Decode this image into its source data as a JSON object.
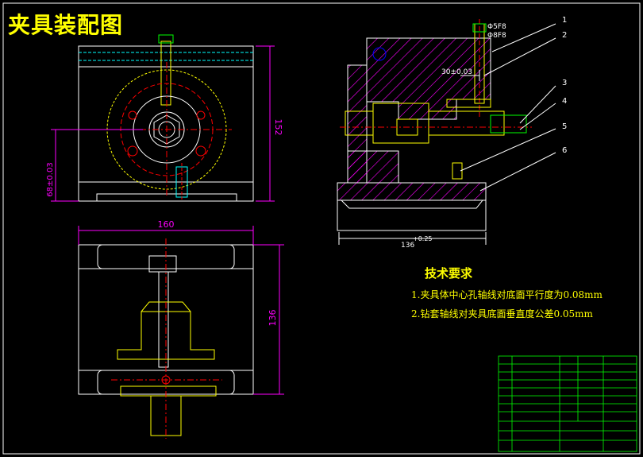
{
  "title": "夹具装配图",
  "dims": {
    "front_height": "152",
    "front_center_height": "68±0.03",
    "top_width": "160",
    "top_depth": "136",
    "side_hole_upper": "Φ5F8",
    "side_hole_lower": "Φ8F8",
    "side_offset": "30±0.03",
    "side_base": "136",
    "side_base_tol": "+0.25"
  },
  "callouts": [
    "1",
    "2",
    "3",
    "4",
    "5",
    "6"
  ],
  "requirements": {
    "title": "技术要求",
    "items": [
      "1.夹具体中心孔轴线对底面平行度为0.08mm",
      "2.钻套轴线对夹具底面垂直度公差0.05mm"
    ]
  },
  "colors": {
    "line": "#ffffff",
    "part": "#ffff00",
    "dim": "#ff00ff",
    "center": "#ff0000",
    "hatch": "#ff00ff",
    "text": "#ffff00",
    "table": "#00ff00"
  }
}
